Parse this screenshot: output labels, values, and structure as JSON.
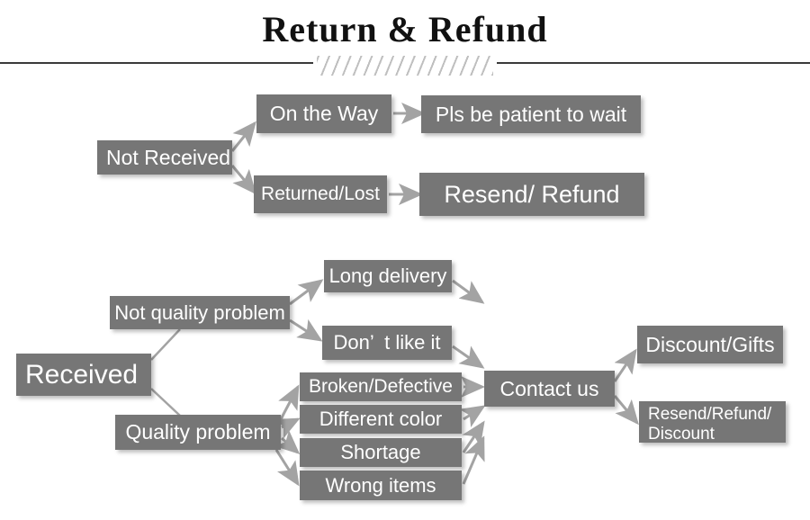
{
  "header": {
    "title": "Return & Refund",
    "divider_left_icon": "horizontal-rule",
    "divider_hatch_icon": "diagonal-hatch-ornament",
    "divider_right_icon": "horizontal-rule"
  },
  "theme": {
    "node_fill": "#767676",
    "node_text": "#ffffff",
    "arrow_color": "#a3a3a3",
    "rule_color": "#3a3a3a",
    "hatch_color": "#bfbfbf",
    "page_background": "#ffffff"
  },
  "diagram": {
    "type": "flowchart",
    "branches": [
      {
        "id": "not-received",
        "root": "Not Received",
        "paths": [
          {
            "step": "On the Way",
            "outcome": "Pls be patient to wait"
          },
          {
            "step": "Returned/Lost",
            "outcome": "Resend/ Refund"
          }
        ]
      },
      {
        "id": "received",
        "root": "Received",
        "categories": [
          {
            "label": "Not quality problem",
            "issues": [
              "Long delivery",
              "Don’  t like it"
            ]
          },
          {
            "label": "Quality problem",
            "issues": [
              "Broken/Defective",
              "Different color",
              "Shortage",
              "Wrong items"
            ]
          }
        ],
        "hub": "Contact us",
        "resolutions": [
          "Discount/Gifts",
          "Resend/Refund/\nDiscount"
        ]
      }
    ]
  },
  "nodes": {
    "not_received": "Not Received",
    "on_the_way": "On the Way",
    "pls_be_patient": "Pls be patient to wait",
    "returned_lost": "Returned/Lost",
    "resend_refund": "Resend/ Refund",
    "received": "Received",
    "not_quality_problem": "Not quality problem",
    "quality_problem": "Quality problem",
    "long_delivery": "Long delivery",
    "dont_like_it": "Don’  t like it",
    "broken_defective": "Broken/Defective",
    "different_color": "Different color",
    "shortage": "Shortage",
    "wrong_items": "Wrong items",
    "contact_us": "Contact us",
    "discount_gifts": "Discount/Gifts",
    "resend_refund_discount": "Resend/Refund/\nDiscount"
  }
}
